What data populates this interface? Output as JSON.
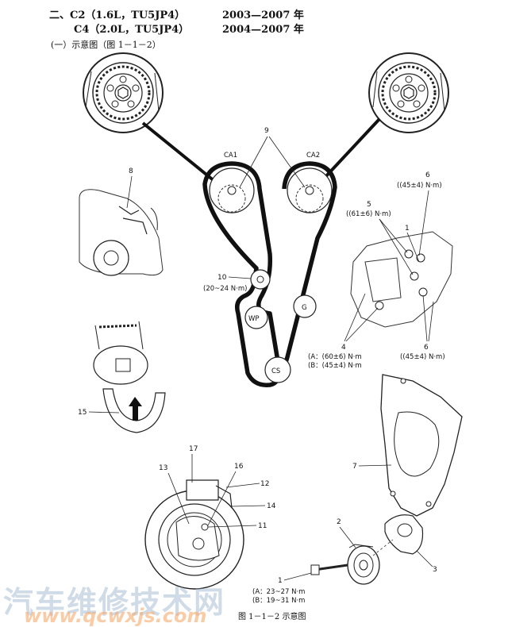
{
  "header": {
    "line1_model": "二、C2（1.6L，TU5JP4）",
    "line1_years": "2003—2007 年",
    "line2_model": "C4（2.0L，TU5JP4）",
    "line2_years": "2004—2007 年",
    "section": "(一）示意图（图 1－1－2）"
  },
  "labels": {
    "ca1": "CA1",
    "ca2": "CA2",
    "g": "G",
    "wp": "WP",
    "cs": "CS",
    "n1": "1",
    "n2": "2",
    "n3": "3",
    "n4": "4",
    "n5": "5",
    "n6a": "6",
    "n6b": "6",
    "n7": "7",
    "n8": "8",
    "n9": "9",
    "n10": "10",
    "n11": "11",
    "n12": "12",
    "n13": "13",
    "n14": "14",
    "n15": "15",
    "n16": "16",
    "n17": "17",
    "n1b": "1"
  },
  "torques": {
    "t10": "(20~24 N·m)",
    "t6_top": "((45±4) N·m)",
    "t5": "((61±6) N·m)",
    "t4a": "(A：(60±6) N·m",
    "t4b": "(B：(45±4) N·m",
    "t6_bottom": "((45±4) N·m)",
    "t1a": "(A：23~27 N·m",
    "t1b": "(B：19~31 N·m"
  },
  "caption": "图 1－1－2  示意图",
  "watermark": {
    "text": "汽车维修技术网",
    "url": "www.qcwxjs.com"
  }
}
